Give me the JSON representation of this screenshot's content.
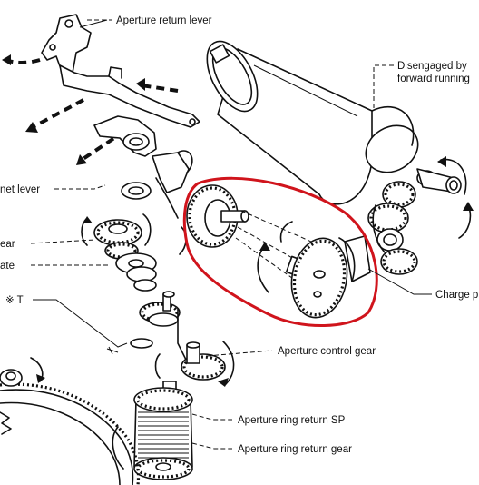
{
  "labels": {
    "aperture_return_lever": "Aperture return lever",
    "disengaged_by_line1": "Disengaged by",
    "disengaged_by_line2": "forward running",
    "magnet_lever": "net lever",
    "gear": "ear",
    "plate": "ate",
    "note_mark": "※ T",
    "charge": "Charge p",
    "aperture_control_gear": "Aperture control gear",
    "aperture_ring_return_sp": "Aperture ring return SP",
    "aperture_ring_return_gear": "Aperture ring return gear"
  },
  "highlight": {
    "color": "#d0141c",
    "shape": "ellipse"
  },
  "ink_color": "#111111"
}
